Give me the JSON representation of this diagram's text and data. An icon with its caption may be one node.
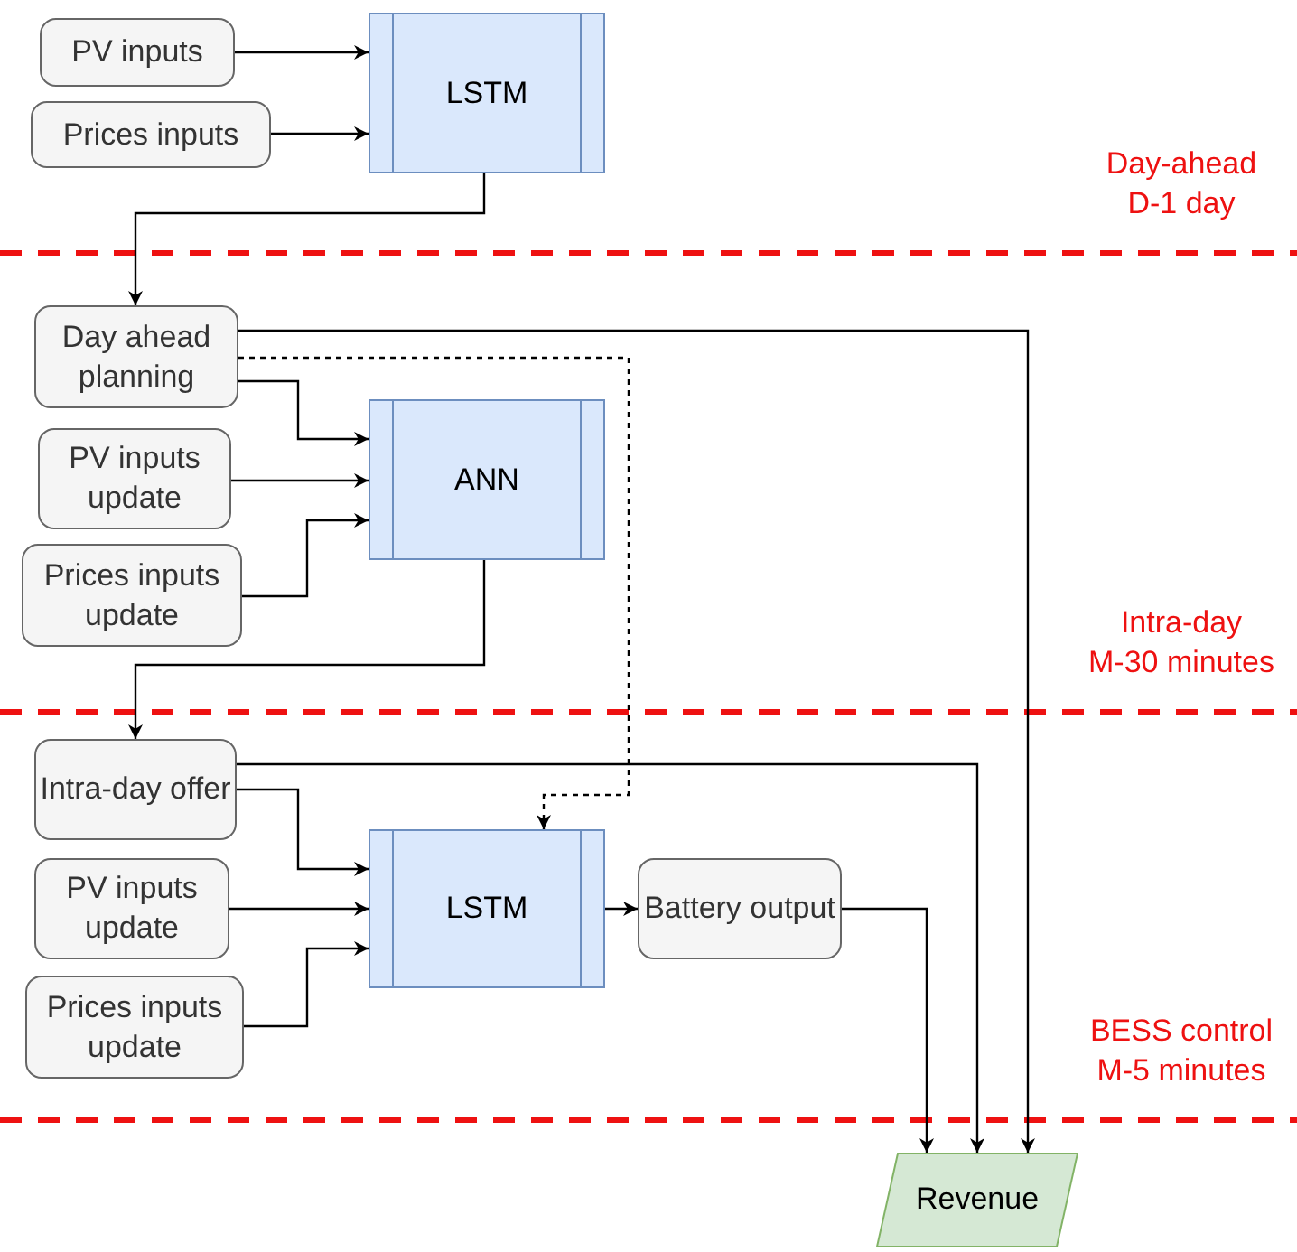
{
  "diagram": {
    "nodes": [
      {
        "text": [
          "PV inputs"
        ]
      },
      {
        "text": [
          "Prices inputs"
        ]
      },
      {
        "text": [
          "LSTM"
        ]
      },
      {
        "text": [
          "Day ahead planning"
        ]
      },
      {
        "text": [
          "PV inputs update"
        ]
      },
      {
        "text": [
          "Prices inputs update"
        ]
      },
      {
        "text": [
          "ANN"
        ]
      },
      {
        "text": [
          "Intra-day offer"
        ]
      },
      {
        "text": [
          "PV inputs update"
        ]
      },
      {
        "text": [
          "Prices inputs update"
        ]
      },
      {
        "text": [
          "LSTM"
        ]
      },
      {
        "text": [
          "Battery output"
        ]
      },
      {
        "text": [
          "Revenue"
        ]
      }
    ],
    "edges": [
      {
        "from": 0,
        "to": 2,
        "arrow": "to"
      },
      {
        "from": 1,
        "to": 2,
        "arrow": "to"
      },
      {
        "from": 2,
        "to": 3,
        "arrow": "to"
      },
      {
        "from": 3,
        "to": 6,
        "arrow": "to"
      },
      {
        "from": 4,
        "to": 6,
        "arrow": "to"
      },
      {
        "from": 5,
        "to": 6,
        "arrow": "to"
      },
      {
        "from": 3,
        "to": 10,
        "arrow": "to",
        "style": "dashed"
      },
      {
        "from": 6,
        "to": 7,
        "arrow": "to"
      },
      {
        "from": 7,
        "to": 10,
        "arrow": "to"
      },
      {
        "from": 8,
        "to": 10,
        "arrow": "to"
      },
      {
        "from": 9,
        "to": 10,
        "arrow": "to"
      },
      {
        "from": 10,
        "to": 11,
        "arrow": "to"
      },
      {
        "from": 11,
        "to": 12,
        "arrow": "to"
      },
      {
        "from": 7,
        "to": 12,
        "arrow": "to"
      },
      {
        "from": 3,
        "to": 12,
        "arrow": "to"
      }
    ],
    "labels": [
      "Day-ahead D-1 day",
      "Intra-day M-30 minutes",
      "BESS control M-5 minutes"
    ]
  }
}
